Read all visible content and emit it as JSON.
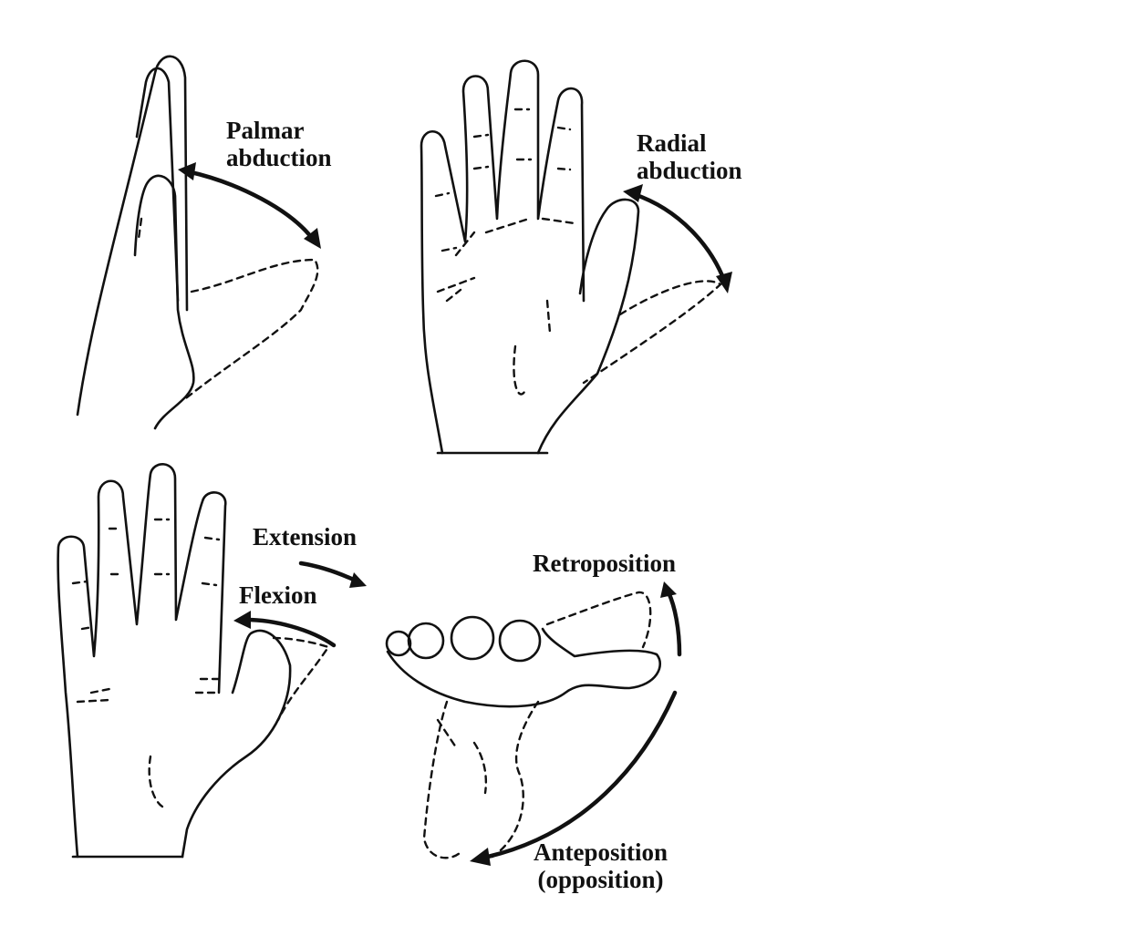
{
  "labels": {
    "palmar": [
      "Palmar",
      "abduction"
    ],
    "radial": [
      "Radial",
      "abduction"
    ],
    "extension": "Extension",
    "flexion": "Flexion",
    "retroposition": "Retroposition",
    "anteposition": [
      "Anteposition",
      "(opposition)"
    ]
  }
}
